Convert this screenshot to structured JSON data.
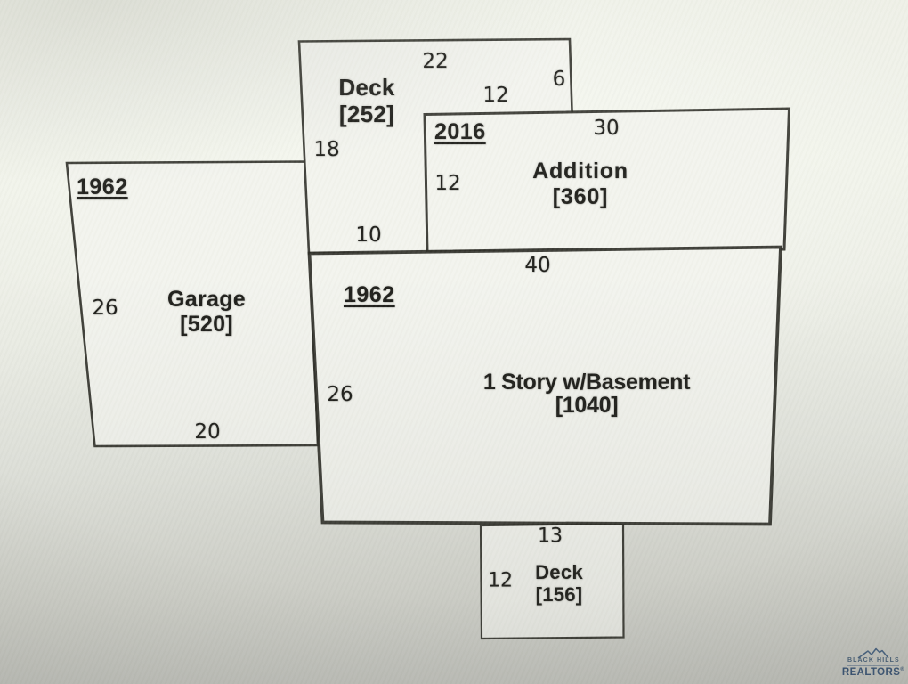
{
  "plan": {
    "deck_north": {
      "name": "Deck",
      "area": "[252]",
      "dim_top": "22",
      "dim_right": "6",
      "dim_step": "12",
      "dim_left": "18",
      "dim_bottom": "10"
    },
    "addition": {
      "year": "2016",
      "name": "Addition",
      "area": "[360]",
      "dim_top": "30",
      "dim_left": "12"
    },
    "garage": {
      "year": "1962",
      "name": "Garage",
      "area": "[520]",
      "dim_left": "26",
      "dim_bottom": "20"
    },
    "main_house": {
      "year": "1962",
      "name": "1 Story w/Basement",
      "area": "[1040]",
      "dim_top": "40",
      "dim_left": "26"
    },
    "deck_south": {
      "name": "Deck",
      "area": "[156]",
      "dim_top": "13",
      "dim_left": "12"
    }
  },
  "watermark": {
    "line1": "BLACK HILLS",
    "line2": "REALTORS",
    "registered": "®"
  },
  "colors": {
    "ink": "#2a2a23",
    "paper": "#f1f3ea",
    "brand_navy": "#2b4a72"
  }
}
